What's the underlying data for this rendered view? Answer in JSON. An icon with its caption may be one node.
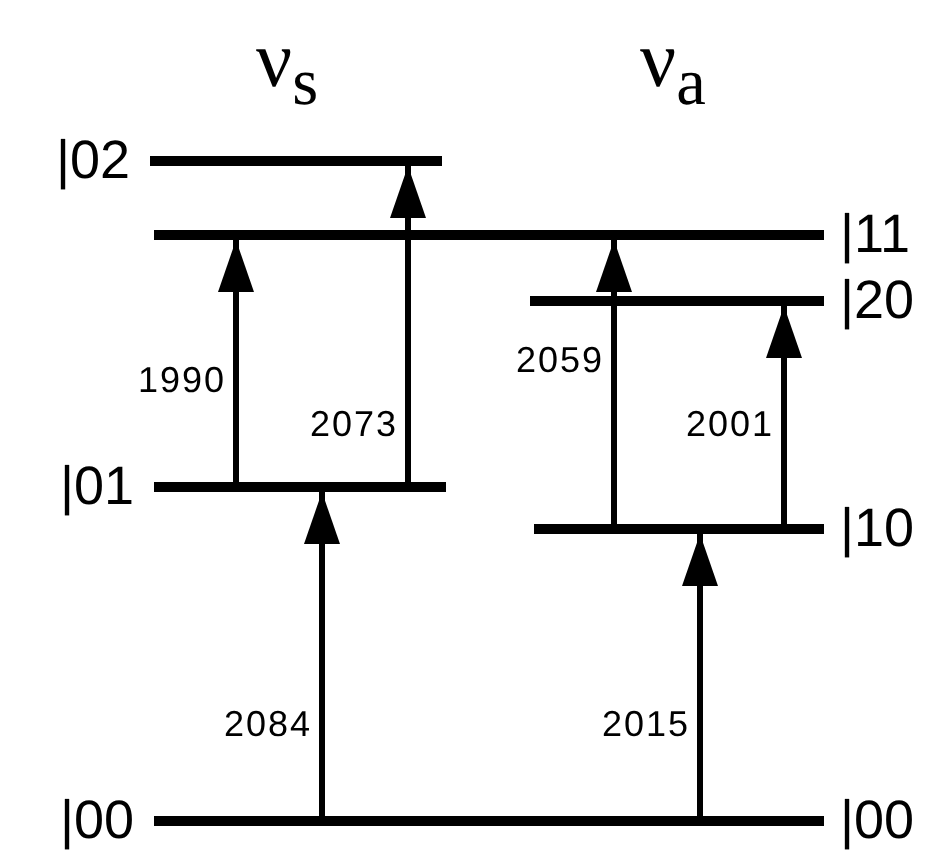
{
  "diagram": {
    "nodes": [
      {
        "text": [],
        "shape": "bar",
        "beside": [
          "|02"
        ]
      },
      {
        "text": [],
        "shape": "bar",
        "beside": [
          "|11"
        ]
      },
      {
        "text": [],
        "shape": "bar",
        "beside": [
          "|20"
        ]
      },
      {
        "text": [],
        "shape": "bar",
        "beside": [
          "|01"
        ]
      },
      {
        "text": [],
        "shape": "bar",
        "beside": [
          "|10"
        ]
      },
      {
        "text": [],
        "shape": "bar",
        "beside": [
          "|00",
          "|00"
        ]
      }
    ],
    "edges": [
      {
        "from": 3,
        "to": 1,
        "arrow": "to",
        "label": "1990"
      },
      {
        "from": 3,
        "to": 0,
        "arrow": "to",
        "label": "2073"
      },
      {
        "from": 4,
        "to": 1,
        "arrow": "to",
        "label": "2059"
      },
      {
        "from": 4,
        "to": 2,
        "arrow": "to",
        "label": "2001"
      },
      {
        "from": 5,
        "to": 3,
        "arrow": "to",
        "label": "2084"
      },
      {
        "from": 5,
        "to": 4,
        "arrow": "to",
        "label": "2015"
      }
    ],
    "labels": [
      "ν$_{s}$",
      "ν$_{a}$"
    ]
  }
}
